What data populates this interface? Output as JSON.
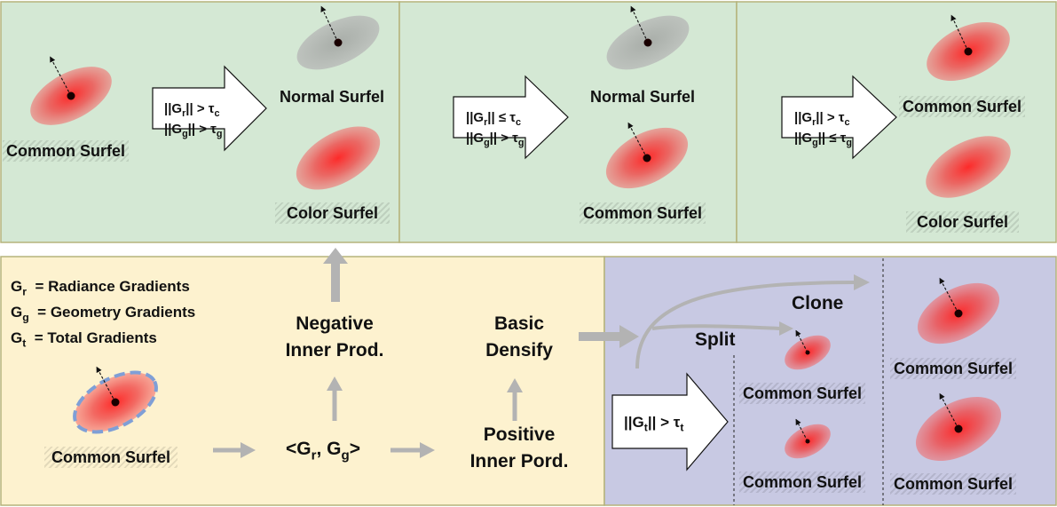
{
  "top_panels": [
    {
      "input_label": "Common Surfel",
      "condition": {
        "line1": {
          "var": "r",
          "op": ">",
          "tau": "c"
        },
        "line2": {
          "var": "g",
          "op": ">",
          "tau": "g"
        }
      },
      "output_top": "Normal Surfel",
      "output_bottom": "Color Surfel"
    },
    {
      "condition": {
        "line1": {
          "var": "r",
          "op": "≤",
          "tau": "c"
        },
        "line2": {
          "var": "g",
          "op": ">",
          "tau": "g"
        }
      },
      "output_top": "Normal Surfel",
      "output_bottom": "Common Surfel"
    },
    {
      "condition": {
        "line1": {
          "var": "r",
          "op": ">",
          "tau": "c"
        },
        "line2": {
          "var": "g",
          "op": "≤",
          "tau": "g"
        }
      },
      "output_top": "Common Surfel",
      "output_bottom": "Color Surfel"
    }
  ],
  "legend": [
    {
      "symbol": "G",
      "sub": "r",
      "text": "= Radiance Gradients"
    },
    {
      "symbol": "G",
      "sub": "g",
      "text": "= Geometry Gradients"
    },
    {
      "symbol": "G",
      "sub": "t",
      "text": "= Total Gradients"
    }
  ],
  "flow": {
    "input_label": "Common Surfel",
    "inner_product": {
      "open": "<G",
      "sub1": "r",
      "mid": ", G",
      "sub2": "g",
      "close": ">"
    },
    "negative_line1": "Negative",
    "negative_line2": "Inner Prod.",
    "positive_line1": "Positive",
    "positive_line2": "Inner Pord.",
    "basic_line1": "Basic",
    "basic_line2": "Densify"
  },
  "densify": {
    "condition": {
      "open": "||G",
      "sub": "t",
      "mid": "|| > τ",
      "tau_sub": "t"
    },
    "split_label": "Split",
    "clone_label": "Clone",
    "split_out1": "Common Surfel",
    "split_out2": "Common Surfel",
    "clone_out1": "Common Surfel",
    "clone_out2": "Common Surfel"
  },
  "colors": {
    "top_bg": "#d4e8d4",
    "top_border": "#b5b37b",
    "left_bg": "#fdf2cf",
    "right_bg": "#c8c9e3",
    "surfel_red": "#ea3535",
    "surfel_gray": "#b3b3b3",
    "arrow_gray": "#b3b3b3",
    "highlight_dash": "#7f9fd6"
  }
}
